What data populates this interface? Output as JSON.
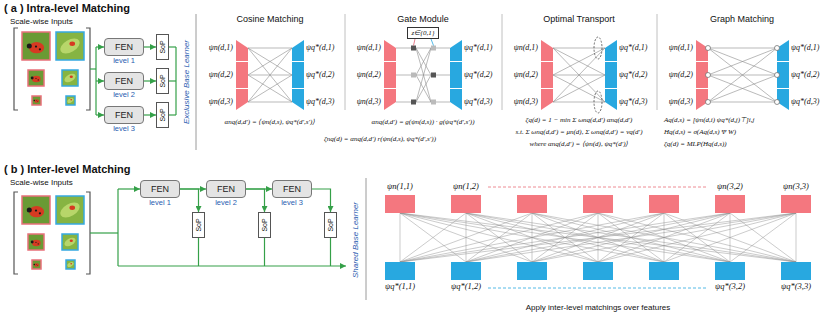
{
  "diagram": {
    "nodes": [
      {
        "text": [
          "FEN",
          "level 1"
        ]
      },
      {
        "text": [
          "SoP"
        ]
      },
      {
        "text": [
          "FEN",
          "level 2"
        ]
      },
      {
        "text": [
          "SoP"
        ]
      },
      {
        "text": [
          "FEN",
          "level 3"
        ]
      },
      {
        "text": [
          "SoP"
        ]
      },
      {
        "text": [
          "z∈{0,1}"
        ]
      },
      {
        "text": [
          "FEN",
          "level 1"
        ]
      },
      {
        "text": [
          "FEN",
          "level 2"
        ]
      },
      {
        "text": [
          "FEN",
          "level 3"
        ]
      },
      {
        "text": [
          "SoP"
        ]
      },
      {
        "text": [
          "SoP"
        ]
      },
      {
        "text": [
          "SoP"
        ]
      }
    ],
    "edges": [
      {
        "from": 0,
        "to": 1,
        "arrow": "to"
      },
      {
        "from": 2,
        "to": 3,
        "arrow": "to"
      },
      {
        "from": 4,
        "to": 5,
        "arrow": "to"
      },
      {
        "from": 7,
        "to": 8,
        "arrow": "to"
      },
      {
        "from": 8,
        "to": 9,
        "arrow": "to"
      },
      {
        "from": 7,
        "to": 10,
        "arrow": "to"
      },
      {
        "from": 8,
        "to": 11,
        "arrow": "to"
      },
      {
        "from": 9,
        "to": 12,
        "arrow": "to"
      }
    ],
    "labels": [
      "( a ) Intra-level Matching",
      "Scale-wise Inputs",
      "Exclusive Base Learner",
      "Cosine Matching",
      "ψn(d,1)",
      "ψn(d,2)",
      "ψn(d,3)",
      "ψq*(d,1)",
      "ψq*(d,2)",
      "ψq*(d,3)",
      "αnq(d,d′) = ⟨ψn(d,s), ψq*(d′,s′)⟩",
      "Gate Module",
      "ψn(d,1)",
      "ψn(d,2)",
      "ψn(d,3)",
      "ψq*(d,1)",
      "ψq*(d,2)",
      "ψq*(d,3)",
      "αnq(d,d′) = g(ψn(d,s)) · g(ψq*(d′,s′))",
      "ζnq(d) = αnq(d,d′) r(ψn(d,s), ψq*(d′,s′))",
      "Optimal Transport",
      "ψn(d,1)",
      "ψn(d,2)",
      "ψn(d,3)",
      "ψq*(d,1)",
      "ψq*(d,2)",
      "ψq*(d,3)",
      "ζq(d) = 1 − min Σ ωnq(d,d′) αnq(d,d′)",
      "s.t. Σ ωnq(d,d′) = μn(d), Σ ωnq(d,d′) = νq(d′)",
      "where αnq(d,d′) = ⟨ψn(d), ψq*(d′)⟩",
      "Graph Matching",
      "ψn(d,1)",
      "ψn(d,2)",
      "ψn(d,3)",
      "ψq*(d,1)",
      "ψq*(d,2)",
      "ψq*(d,3)",
      "Aq(d,s) = [ψn(d,i) ψq*(d,j)⊤]i,j",
      "Hq(d,s) = σ(Aq(d,s) Ψ W)",
      "ζq(d) = MLP(Hq(d,s))",
      "( b ) Inter-level Matching",
      "Scale-wise Inputs",
      "Shared Base Learner",
      "ψn(1,1)",
      "ψn(1,2)",
      "ψn(3,2)",
      "ψn(3,3)",
      "ψq*(1,1)",
      "ψq*(1,2)",
      "ψq*(3,2)",
      "ψq*(3,3)",
      "Apply inter-level matchings over features"
    ]
  }
}
